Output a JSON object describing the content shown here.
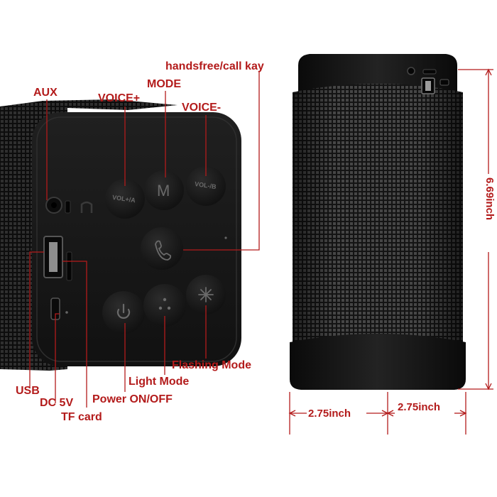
{
  "colors": {
    "callout": "#b31b1b",
    "speaker_body": "#1c1c1c",
    "grille": "#3a3a3a",
    "background": "#ffffff"
  },
  "callouts": {
    "handsfree": "handsfree/call kay",
    "mode": "MODE",
    "aux": "AUX",
    "voice_plus": "VOICE+",
    "voice_minus": "VOICE-",
    "flashing_mode": "Flashing Mode",
    "light_mode": "Light Mode",
    "power": "Power ON/OFF",
    "usb": "USB",
    "dc5v": "DC 5V",
    "tf_card": "TF card"
  },
  "button_labels": {
    "volume_up": "VOL+/A",
    "mode": "M",
    "volume_down": "VOL-/B"
  },
  "dimensions": {
    "height": "6.69inch",
    "width": "2.75inch",
    "depth": "2.75inch"
  }
}
